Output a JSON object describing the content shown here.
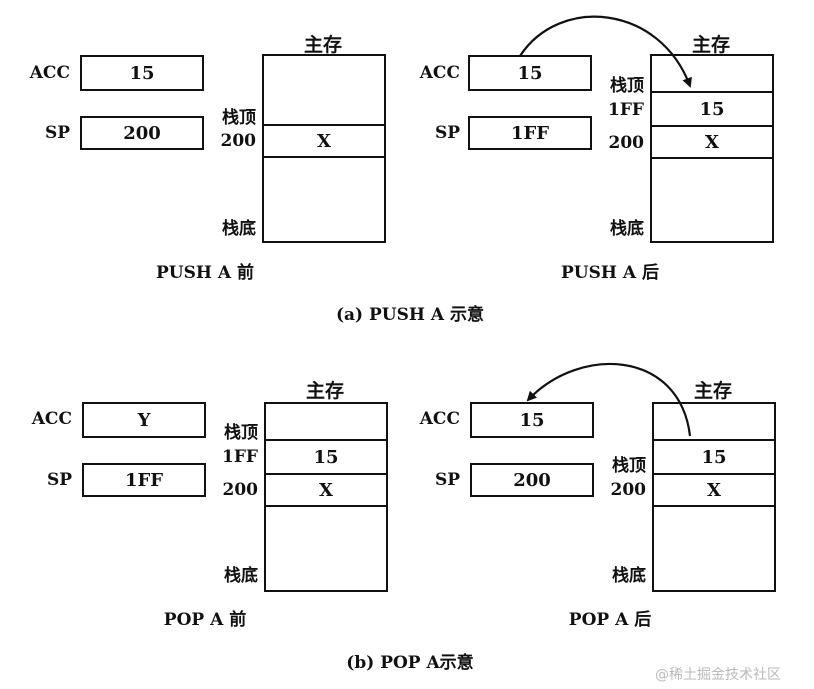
{
  "labels": {
    "acc": "ACC",
    "sp": "SP",
    "memory": "主存",
    "stack_top": "栈顶",
    "stack_bottom": "栈底"
  },
  "panels": {
    "push_before": {
      "acc": "15",
      "sp": "200",
      "addr_200": "200",
      "cell_200": "X",
      "caption": "PUSH A 前"
    },
    "push_after": {
      "acc": "15",
      "sp": "1FF",
      "addr_1ff": "1FF",
      "cell_1ff": "15",
      "addr_200": "200",
      "cell_200": "X",
      "caption": "PUSH A 后"
    },
    "pop_before": {
      "acc": "Y",
      "sp": "1FF",
      "addr_1ff": "1FF",
      "cell_1ff": "15",
      "addr_200": "200",
      "cell_200": "X",
      "caption": "POP A 前"
    },
    "pop_after": {
      "acc": "15",
      "sp": "200",
      "cell_1ff": "15",
      "addr_200": "200",
      "cell_200": "X",
      "caption": "POP A 后"
    }
  },
  "captions": {
    "a": "(a) PUSH A 示意",
    "b": "(b) POP A示意"
  },
  "watermark": "@稀土掘金技术社区"
}
